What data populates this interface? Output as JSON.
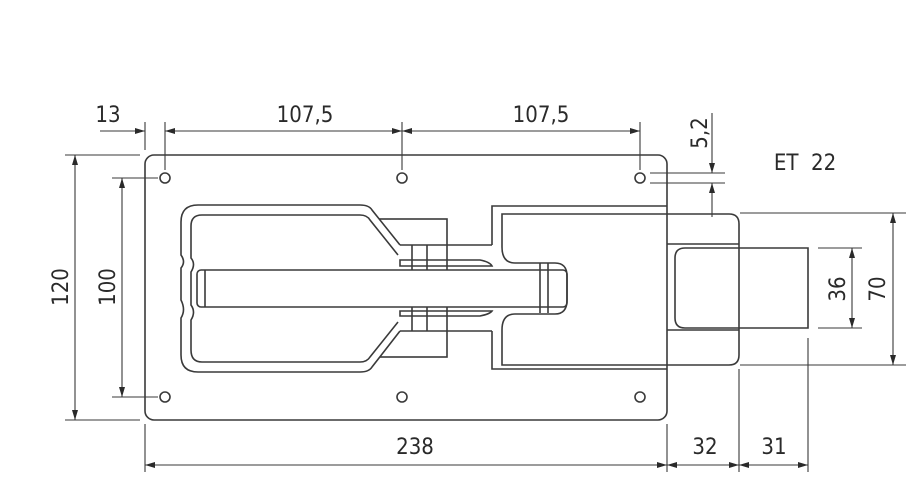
{
  "drawing": {
    "part_code": "ET  22",
    "dimensions": {
      "edge_to_hole": "13",
      "hole_spacing_left": "107,5",
      "hole_spacing_right": "107,5",
      "hole_offset": "5,2",
      "overall_height": "120",
      "hole_vertical_spacing": "100",
      "plate_length": "238",
      "housing_projection": "32",
      "bolt_projection": "31",
      "bolt_width": "36",
      "housing_width": "70"
    }
  }
}
